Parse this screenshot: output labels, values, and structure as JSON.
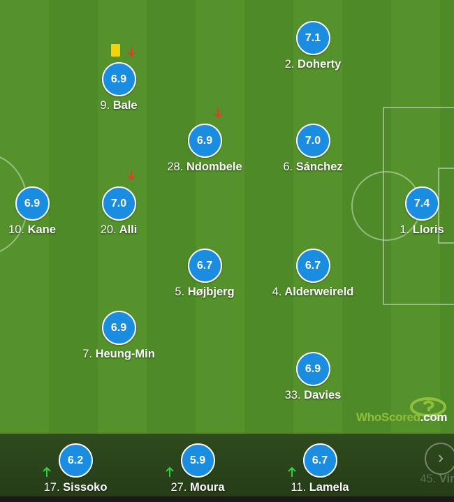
{
  "brand": {
    "name": "WhoScored",
    "suffix": ".com"
  },
  "starters": [
    {
      "number": "2.",
      "name": "Doherty",
      "rating": "7.1"
    },
    {
      "number": "9.",
      "name": "Bale",
      "rating": "6.9"
    },
    {
      "number": "28.",
      "name": "Ndombele",
      "rating": "6.9"
    },
    {
      "number": "6.",
      "name": "Sánchez",
      "rating": "7.0"
    },
    {
      "number": "10.",
      "name": "Kane",
      "rating": "6.9"
    },
    {
      "number": "20.",
      "name": "Alli",
      "rating": "7.0"
    },
    {
      "number": "1.",
      "name": "Lloris",
      "rating": "7.4"
    },
    {
      "number": "5.",
      "name": "Højbjerg",
      "rating": "6.7"
    },
    {
      "number": "4.",
      "name": "Alderweireld",
      "rating": "6.7"
    },
    {
      "number": "7.",
      "name": "Heung-Min",
      "rating": "6.9"
    },
    {
      "number": "33.",
      "name": "Davies",
      "rating": "6.9"
    }
  ],
  "events": {
    "yellow_card": "Bale",
    "subbed_off": [
      "Bale",
      "Ndombele",
      "Alli"
    ],
    "subbed_on": [
      "Sissoko",
      "Moura",
      "Lamela"
    ]
  },
  "substitutes": [
    {
      "number": "17.",
      "name": "Sissoko",
      "rating": "6.2"
    },
    {
      "number": "27.",
      "name": "Moura",
      "rating": "5.9"
    },
    {
      "number": "11.",
      "name": "Lamela",
      "rating": "6.7"
    },
    {
      "number": "45.",
      "name": "Vini",
      "rating": ""
    }
  ],
  "bench_next_icon": "chevron-right-icon",
  "colors": {
    "rating_bubble": "#1a8de0",
    "pitch_light": "#55922c",
    "pitch_dark": "#4e8a27",
    "yellow_card": "#f3d30a",
    "sub_off_arrow": "#e8382c",
    "sub_on_arrow": "#2fd13c"
  }
}
